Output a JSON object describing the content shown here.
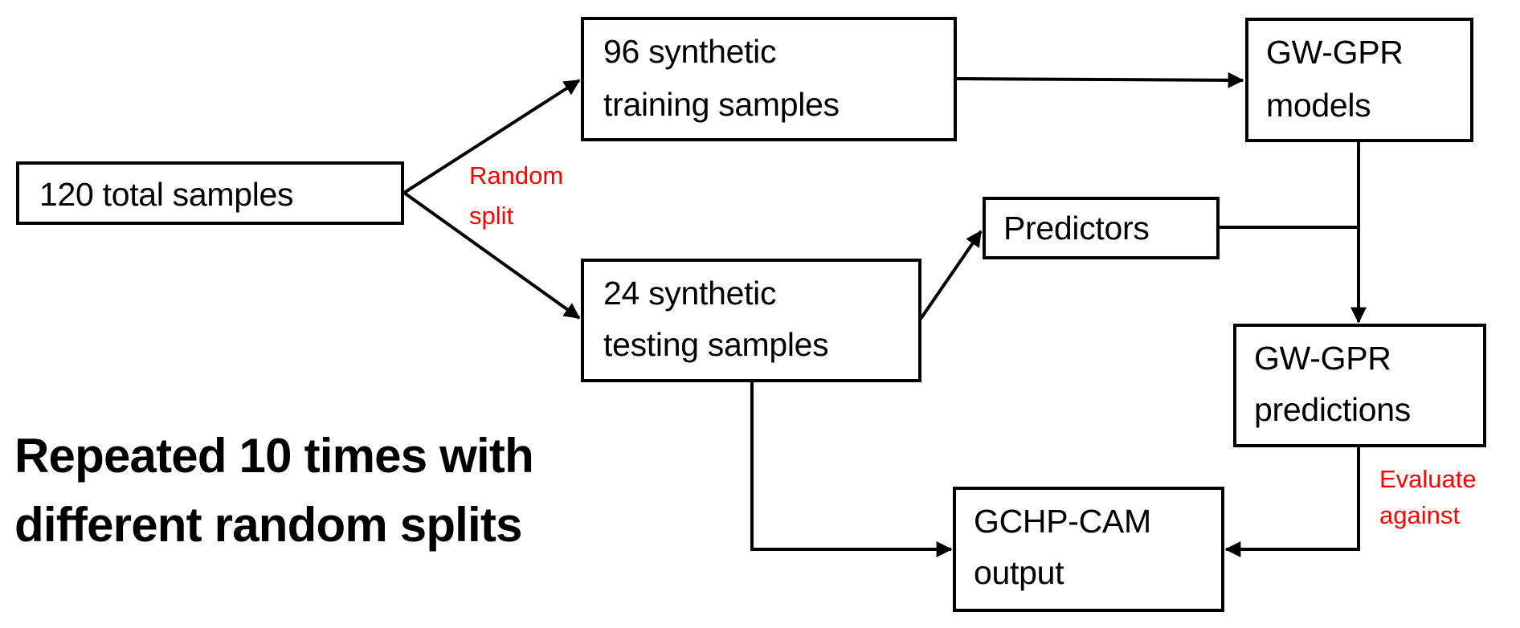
{
  "diagram": {
    "nodes": {
      "total_samples": {
        "label": "120 total samples"
      },
      "training_samples": {
        "line1": "96 synthetic",
        "line2": "training samples"
      },
      "testing_samples": {
        "line1": "24 synthetic",
        "line2": "testing samples"
      },
      "models": {
        "line1": "GW-GPR",
        "line2": "models"
      },
      "predictors": {
        "label": "Predictors"
      },
      "predictions": {
        "line1": "GW-GPR",
        "line2": "predictions"
      },
      "gchp_output": {
        "line1": "GCHP-CAM",
        "line2": "output"
      }
    },
    "edge_labels": {
      "random_split": {
        "line1": "Random",
        "line2": "split"
      },
      "evaluate_against": {
        "line1": "Evaluate",
        "line2": "against"
      }
    },
    "edges": [
      {
        "from": "total_samples",
        "to": "training_samples"
      },
      {
        "from": "total_samples",
        "to": "testing_samples"
      },
      {
        "from": "training_samples",
        "to": "models"
      },
      {
        "from": "testing_samples",
        "to": "predictors"
      },
      {
        "from": "models",
        "to": "predictions"
      },
      {
        "from": "predictors",
        "to": "predictions"
      },
      {
        "from": "testing_samples",
        "to": "gchp_output"
      },
      {
        "from": "predictions",
        "to": "gchp_output"
      }
    ],
    "note": {
      "line1": "Repeated 10 times with",
      "line2": "different random splits"
    },
    "colors": {
      "line": "#000000",
      "annotation": "#ff0000"
    }
  }
}
